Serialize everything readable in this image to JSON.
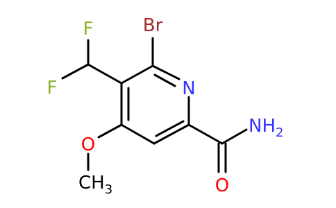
{
  "molecule": {
    "atoms": {
      "bromine": "Br",
      "ring_nitrogen": "N",
      "fluorine_top": "F",
      "fluorine_left": "F",
      "methoxy_oxygen": "O",
      "methyl_group": "CH",
      "methyl_subscript": "3",
      "amide_nitrogen": "NH",
      "amide_subscript": "2",
      "carbonyl_oxygen": "O"
    },
    "colors": {
      "bond": "#000000",
      "bromine": "#a52a2a",
      "nitrogen": "#3333ff",
      "fluorine": "#8db32c",
      "oxygen": "#ff0000",
      "carbon": "#000000"
    }
  }
}
